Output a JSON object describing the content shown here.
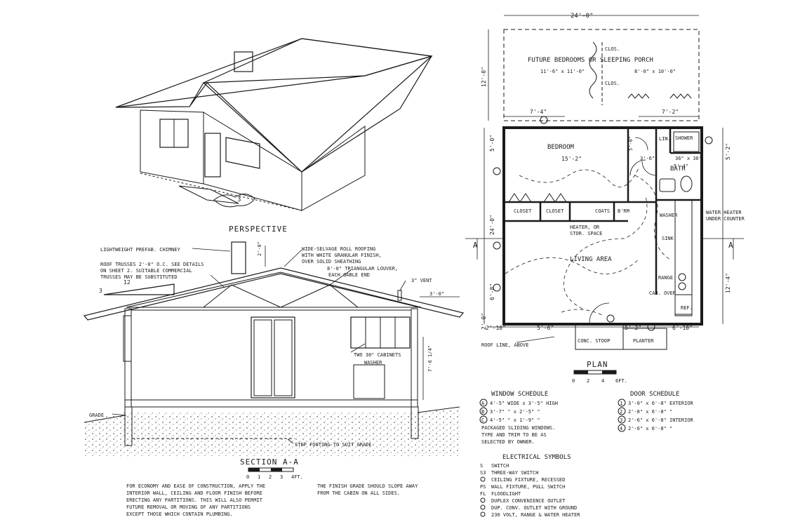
{
  "perspective": {
    "title": "PERSPECTIVE",
    "step_number": "3"
  },
  "section": {
    "title": "SECTION A-A",
    "scale_ticks": [
      "0",
      "1",
      "2",
      "3",
      "4FT."
    ],
    "labels": {
      "chimney": "LIGHTWEIGHT PREFAB. CHIMNEY",
      "trusses_1": "ROOF TRUSSES 2'-0\" O.C. SEE DETAILS",
      "trusses_2": "ON SHEET 2. SUITABLE COMMERCIAL",
      "trusses_3": "TRUSSES MAY BE SUBSTITUTED",
      "roofing_1": "WIDE-SELVAGE ROLL ROOFING",
      "roofing_2": "WITH WHITE GRANULAR FINISH,",
      "roofing_3": "OVER SOLID SHEATHING",
      "louver_1": "8'-0\" TRIANGULAR LOUVER,",
      "louver_2": "EACH GABLE END",
      "vent": "3\" VENT",
      "overhang": "3'-0\"",
      "chimney_height": "2'-0\"",
      "wall_height": "7'-6 1/4\"",
      "slope_rise": "3",
      "slope_run": "12",
      "cabinets": "TWO 30\" CABINETS",
      "washer": "WASHER",
      "grade": "GRADE",
      "footing": "STEP FOOTING TO SUIT GRADE"
    }
  },
  "notes": {
    "economy": [
      "FOR ECONOMY AND EASE OF CONSTRUCTION, APPLY THE",
      "INTERIOR WALL, CEILING AND FLOOR FINISH BEFORE",
      "ERECTING ANY PARTITIONS. THIS WILL ALSO PERMIT",
      "FUTURE REMOVAL OR MOVING OF ANY PARTITIONS",
      "EXCEPT THOSE WHICH CONTAIN PLUMBING."
    ],
    "grade": [
      "THE FINISH GRADE SHOULD SLOPE AWAY",
      "FROM THE CABIN ON ALL SIDES."
    ]
  },
  "plan": {
    "title": "PLAN",
    "scale_ticks": [
      "0",
      "2",
      "4",
      "6FT."
    ],
    "section_marker": "A",
    "dimensions": {
      "top_width": "24'-0\"",
      "porch_depth": "12'-0\"",
      "left_seg": "7'-4\"",
      "right_seg": "7'-2\"",
      "bed_depth": "5'-0\"",
      "house_depth": "24'-0\"",
      "lower_left": "6'-8\"",
      "bottom_left": "2'-10\"",
      "bottom_mid": "5'-6\"",
      "bottom_right_a": "5'-2\"",
      "bottom_right_b": "6'-10\"",
      "right_upper": "5'-2\"",
      "right_lower": "12'-4\"",
      "step_down": "2'-0\"",
      "bed_width": "15'-2\"",
      "shower_size": "36\" x 36\"",
      "bath_width": "5'-4\"",
      "closet_gap": "3'-6\"",
      "bed_inner": "5'-0\""
    },
    "rooms": {
      "porch": "FUTURE BEDROOMS OR SLEEPING PORCH",
      "porch_dim_left": "11'-6\" x 11'-0\"",
      "porch_dim_right": "8'-0\" x 10'-0\"",
      "clos_upper": "CLOS.",
      "clos_lower": "CLOS.",
      "bedroom": "BEDROOM",
      "bath": "BATH",
      "lin": "LIN.",
      "shower": "SHOWER",
      "closet_1": "CLOSET",
      "closet_2": "CLOSET",
      "coats": "COATS",
      "brm": "B'RM",
      "heater_1": "HEATER, OR",
      "heater_2": "STOR. SPACE",
      "water_heater_1": "WATER HEATER",
      "water_heater_2": "UNDER COUNTER",
      "washer": "WASHER",
      "sink": "SINK",
      "living": "LIVING AREA",
      "range": "RANGE",
      "cab_over": "CAB. OVER",
      "ref": "REF.",
      "stoop": "CONC. STOOP",
      "planter": "PLANTER",
      "roof_line": "ROOF LINE, ABOVE"
    }
  },
  "window_schedule": {
    "title": "WINDOW SCHEDULE",
    "rows": [
      {
        "mark": "A",
        "text": "4'-5\" WIDE x 3'-5\" HIGH"
      },
      {
        "mark": "B",
        "text": "3'-7\"   \"    x 2'-5\"   \""
      },
      {
        "mark": "C",
        "text": "4'-5\"   \"    x 1'-9\"   \""
      }
    ],
    "note": [
      "PACKAGED SLIDING WINDOWS.",
      "TYPE AND TRIM TO BE AS",
      "SELECTED BY OWNER."
    ]
  },
  "door_schedule": {
    "title": "DOOR SCHEDULE",
    "rows": [
      {
        "mark": "1",
        "text": "3'-0\" x 6'-8\" EXTERIOR"
      },
      {
        "mark": "2",
        "text": "2'-8\" x 6'-8\"   \""
      },
      {
        "mark": "3",
        "text": "2'-6\" x 6'-8\" INTERIOR"
      },
      {
        "mark": "4",
        "text": "2'-6\" x 6'-8\"   \""
      }
    ]
  },
  "electrical": {
    "title": "ELECTRICAL SYMBOLS",
    "rows": [
      {
        "symbol": "S",
        "text": "SWITCH"
      },
      {
        "symbol": "S3",
        "text": "THREE-WAY SWITCH"
      },
      {
        "symbol": "circle",
        "text": "CEILING FIXTURE, RECESSED"
      },
      {
        "symbol": "PS",
        "text": "WALL FIXTURE, PULL SWITCH"
      },
      {
        "symbol": "FL",
        "text": "FLOODLIGHT"
      },
      {
        "symbol": "duplex",
        "text": "DUPLEX CONVENIENCE OUTLET"
      },
      {
        "symbol": "G",
        "text": "DUP. CONV. OUTLET WITH GROUND"
      },
      {
        "symbol": "R",
        "text": "230 VOLT, RANGE & WATER HEATER"
      }
    ]
  }
}
